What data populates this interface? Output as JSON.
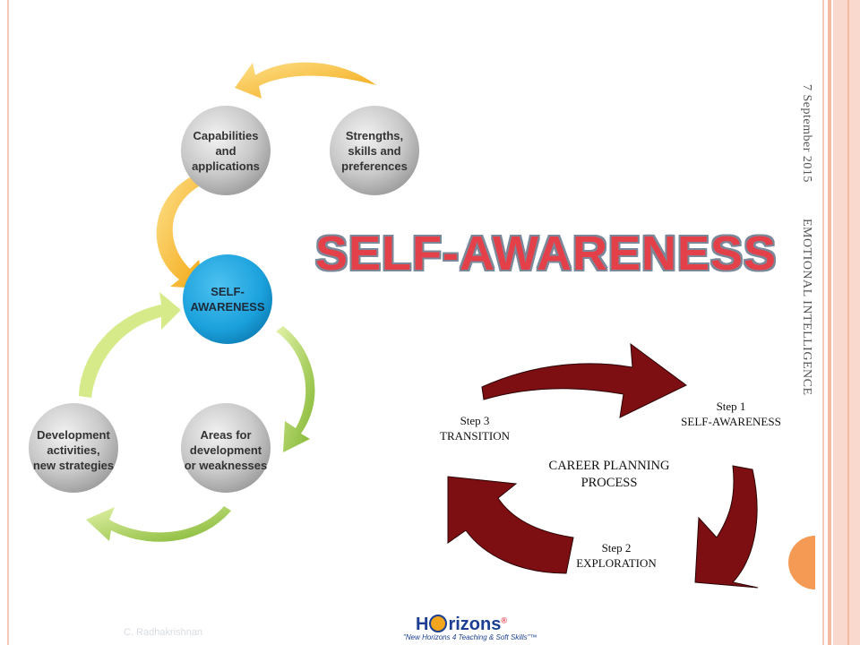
{
  "slide": {
    "title": "SELF-AWARENESS",
    "side_date": "7 September 2015",
    "side_topic": "EMOTIONAL INTELLIGENCE",
    "footer_author": "C. Radhakrishnan"
  },
  "cycle_diagram": {
    "center": [
      "SELF-",
      "AWARENESS"
    ],
    "strengths": [
      "Strengths,",
      "skills and",
      "preferences"
    ],
    "capabilities": [
      "Capabilities",
      "and",
      "applications"
    ],
    "areas": [
      "Areas for",
      "development",
      "or weaknesses"
    ],
    "development": [
      "Development",
      "activities,",
      "new strategies"
    ]
  },
  "career_diagram": {
    "center": [
      "CAREER PLANNING",
      "PROCESS"
    ],
    "step1": [
      "Step 1",
      "SELF-AWARENESS"
    ],
    "step2": [
      "Step 2",
      "EXPLORATION"
    ],
    "step3": [
      "Step 3",
      "TRANSITION"
    ]
  },
  "logo": {
    "brand_pre": "H",
    "brand_post": "rizons",
    "reg": "®",
    "tagline": "\"New Horizons 4 Teaching & Soft Skills\"™"
  },
  "colors": {
    "title_fill": "#e4404a",
    "center_blue": "#1ba1dc",
    "career_arrow": "#7d0e12",
    "accent_orange": "#f59a54",
    "arrow_yellow": "#f6b11e",
    "arrow_green": "#8fc03a"
  }
}
